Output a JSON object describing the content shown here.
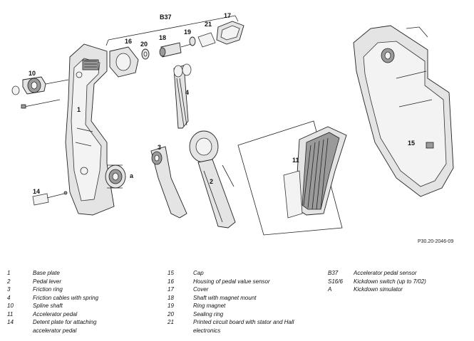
{
  "callouts": {
    "b37": "B37",
    "c17": "17",
    "c16": "16",
    "c20": "20",
    "c18": "18",
    "c19": "19",
    "c21": "21",
    "c10": "10",
    "c1": "1",
    "c4": "4",
    "c3": "3",
    "c2": "2",
    "ca": "a",
    "c14": "14",
    "c11": "11",
    "c15": "15"
  },
  "reference": "P30.20-2046-09",
  "legend": {
    "col1": [
      {
        "num": "1",
        "text": "Base plate"
      },
      {
        "num": "2",
        "text": "Pedal lever"
      },
      {
        "num": "3",
        "text": "Friction ring"
      },
      {
        "num": "4",
        "text": "Friction cables with spring"
      },
      {
        "num": "10",
        "text": "Spline shaft"
      },
      {
        "num": "11",
        "text": "Accelerator pedal"
      },
      {
        "num": "14",
        "text": "Detent plate for attaching accelerator pedal"
      }
    ],
    "col2": [
      {
        "num": "15",
        "text": "Cap"
      },
      {
        "num": "16",
        "text": "Housing of pedal value sensor"
      },
      {
        "num": "17",
        "text": "Cover"
      },
      {
        "num": "18",
        "text": "Shaft with magnet mount"
      },
      {
        "num": "19",
        "text": "Ring magnet"
      },
      {
        "num": "20",
        "text": "Sealing ring"
      },
      {
        "num": "21",
        "text": "Printed circuit board with stator and Hall electronics"
      }
    ],
    "col3": [
      {
        "num": "B37",
        "text": "Accelerator pedal sensor"
      },
      {
        "num": "S16/6",
        "text": "Kickdown switch (up to 7/02)"
      },
      {
        "num": "A",
        "text": "Kickdown simulator"
      }
    ]
  }
}
